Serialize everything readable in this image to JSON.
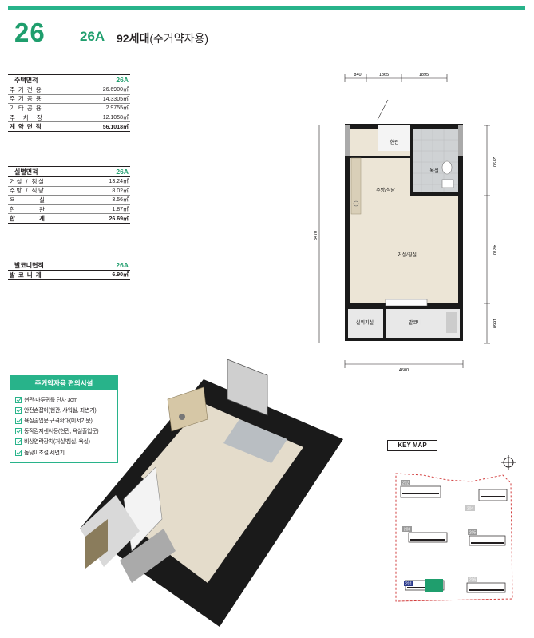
{
  "header": {
    "page_number": "26",
    "unit_type": "26A",
    "households": "92세대",
    "unit_purpose": "(주거약자용)"
  },
  "housing_area": {
    "title": "주택면적",
    "type": "26A",
    "rows": [
      {
        "label": "주거전용",
        "value": "26.6900㎡"
      },
      {
        "label": "주거공용",
        "value": "14.3305㎡"
      },
      {
        "label": "기타공용",
        "value": "2.9755㎡"
      },
      {
        "label": "주 차 장",
        "value": "12.1058㎡"
      }
    ],
    "total": {
      "label": "계약면적",
      "value": "56.1018㎡"
    }
  },
  "room_area": {
    "title": "실별면적",
    "type": "26A",
    "rows": [
      {
        "label": "거실 / 침실",
        "value": "13.24㎡"
      },
      {
        "label": "주방 / 식당",
        "value": "8.02㎡"
      },
      {
        "label": "욕 실",
        "value": "3.56㎡"
      },
      {
        "label": "현 관",
        "value": "1.87㎡"
      }
    ],
    "total": {
      "label": "합 계",
      "value": "26.69㎡"
    }
  },
  "balcony_area": {
    "title": "발코니면적",
    "type": "26A",
    "total": {
      "label": "발코니계",
      "value": "6.90㎡"
    }
  },
  "facilities": {
    "title": "주거약자용 편의시설",
    "items": [
      "현관·마루귀틀 단차 3cm",
      "안전손잡이(현관, 샤워실, 좌변기)",
      "욕실출입문 규격확대(미서기문)",
      "동작감지센서등(현관, 욕실출입문)",
      "비상연락장치(거실/침실, 욕실)",
      "높낮이조절 세면기"
    ]
  },
  "floor_plan": {
    "dims_top": [
      "840",
      "1865",
      "1895"
    ],
    "dim_left": "8470",
    "dims_right": [
      "2790",
      "4270",
      "1660"
    ],
    "dim_bottom": "4600",
    "rooms": {
      "entrance": "현관",
      "bathroom": "욕실",
      "kitchen": "주방/식당",
      "living": "거실/침실",
      "outdoor_unit": "실외기실",
      "balcony": "발코니"
    }
  },
  "key_map": {
    "title": "KEY MAP",
    "building_labels": [
      "202",
      "203",
      "205",
      "201",
      "204",
      "206"
    ]
  },
  "colors": {
    "accent": "#28b38a",
    "accent_text": "#1f9e6d",
    "wall": "#1a1a1a",
    "floor": "#ece5d6",
    "highlight": "#1f9e6d",
    "keymap_border": "#d23c3c"
  }
}
